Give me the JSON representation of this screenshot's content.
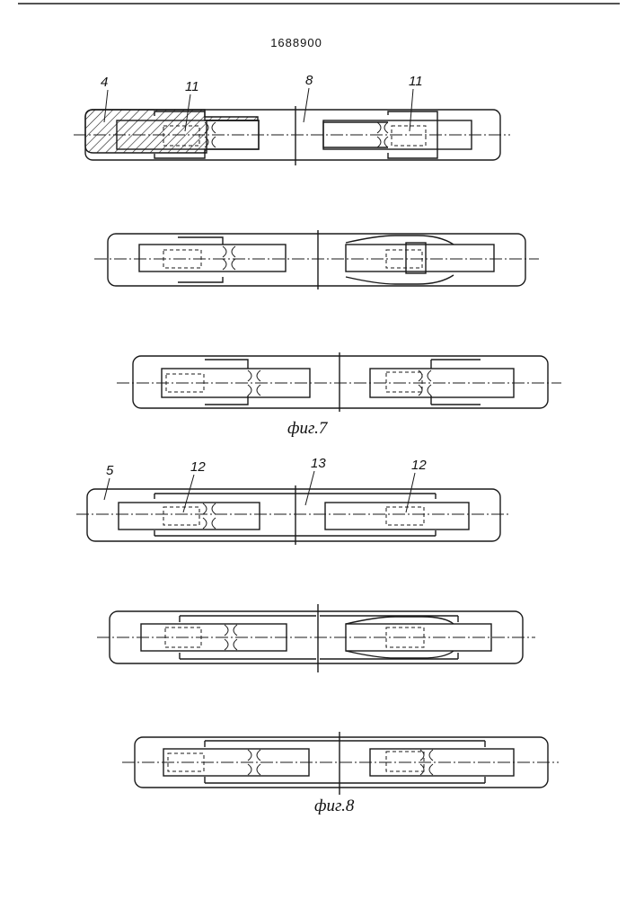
{
  "patent_number": "1688900",
  "figures": {
    "fig7": {
      "caption": "фиг.7",
      "labels": {
        "part_4": "4",
        "part_11_left": "11",
        "part_8": "8",
        "part_11_right": "11"
      }
    },
    "fig8": {
      "caption": "фиг.8",
      "labels": {
        "part_5": "5",
        "part_12_left": "12",
        "part_13": "13",
        "part_12_right": "12"
      }
    }
  }
}
